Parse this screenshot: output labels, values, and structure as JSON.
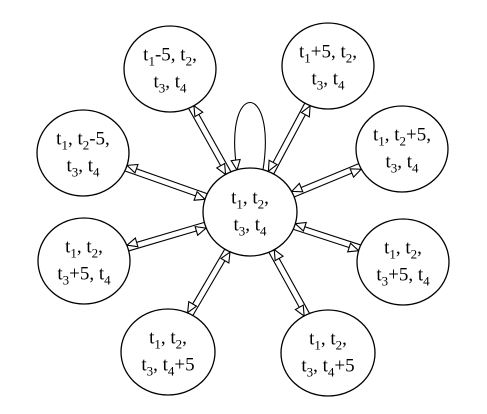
{
  "diagram": {
    "center": {
      "id": "c",
      "lines": [
        [
          {
            "t": "t"
          },
          {
            "s": "1"
          },
          {
            "t": ", t"
          },
          {
            "s": "2"
          },
          {
            "t": ","
          }
        ],
        [
          {
            "t": "t"
          },
          {
            "s": "3"
          },
          {
            "t": ", t"
          },
          {
            "s": "4"
          }
        ]
      ]
    },
    "nodes": [
      {
        "id": "n1",
        "lines": [
          [
            {
              "t": "t"
            },
            {
              "s": "1"
            },
            {
              "t": "-5, t"
            },
            {
              "s": "2"
            },
            {
              "t": ","
            }
          ],
          [
            {
              "t": "t"
            },
            {
              "s": "3"
            },
            {
              "t": ", t"
            },
            {
              "s": "4"
            }
          ]
        ]
      },
      {
        "id": "n2",
        "lines": [
          [
            {
              "t": "t"
            },
            {
              "s": "1"
            },
            {
              "t": "+5, t"
            },
            {
              "s": "2"
            },
            {
              "t": ","
            }
          ],
          [
            {
              "t": "t"
            },
            {
              "s": "3"
            },
            {
              "t": ", t"
            },
            {
              "s": "4"
            }
          ]
        ]
      },
      {
        "id": "n3",
        "lines": [
          [
            {
              "t": "t"
            },
            {
              "s": "1"
            },
            {
              "t": ", t"
            },
            {
              "s": "2"
            },
            {
              "t": "-5,"
            }
          ],
          [
            {
              "t": "t"
            },
            {
              "s": "3"
            },
            {
              "t": ", t"
            },
            {
              "s": "4"
            }
          ]
        ]
      },
      {
        "id": "n4",
        "lines": [
          [
            {
              "t": "t"
            },
            {
              "s": "1"
            },
            {
              "t": ", t"
            },
            {
              "s": "2"
            },
            {
              "t": "+5,"
            }
          ],
          [
            {
              "t": "t"
            },
            {
              "s": "3"
            },
            {
              "t": ", t"
            },
            {
              "s": "4"
            }
          ]
        ]
      },
      {
        "id": "n5",
        "lines": [
          [
            {
              "t": "t"
            },
            {
              "s": "1"
            },
            {
              "t": ", t"
            },
            {
              "s": "2"
            },
            {
              "t": ","
            }
          ],
          [
            {
              "t": "t"
            },
            {
              "s": "3"
            },
            {
              "t": "+5, t"
            },
            {
              "s": "4"
            }
          ]
        ]
      },
      {
        "id": "n6",
        "lines": [
          [
            {
              "t": "t"
            },
            {
              "s": "1"
            },
            {
              "t": ", t"
            },
            {
              "s": "2"
            },
            {
              "t": ","
            }
          ],
          [
            {
              "t": "t"
            },
            {
              "s": "3"
            },
            {
              "t": "+5, t"
            },
            {
              "s": "4"
            }
          ]
        ]
      },
      {
        "id": "n7",
        "lines": [
          [
            {
              "t": "t"
            },
            {
              "s": "1"
            },
            {
              "t": ", t"
            },
            {
              "s": "2"
            },
            {
              "t": ","
            }
          ],
          [
            {
              "t": "t"
            },
            {
              "s": "3"
            },
            {
              "t": ", t"
            },
            {
              "s": "4"
            },
            {
              "t": "+5"
            }
          ]
        ]
      },
      {
        "id": "n8",
        "lines": [
          [
            {
              "t": "t"
            },
            {
              "s": "1"
            },
            {
              "t": ", t"
            },
            {
              "s": "2"
            },
            {
              "t": ","
            }
          ],
          [
            {
              "t": "t"
            },
            {
              "s": "3"
            },
            {
              "t": ", t"
            },
            {
              "s": "4"
            },
            {
              "t": "+5"
            }
          ]
        ]
      }
    ],
    "edges": [
      {
        "from": "c",
        "to": "c",
        "kind": "self-loop"
      },
      {
        "from": "c",
        "to": "n1"
      },
      {
        "from": "n1",
        "to": "c"
      },
      {
        "from": "c",
        "to": "n2"
      },
      {
        "from": "n2",
        "to": "c"
      },
      {
        "from": "c",
        "to": "n3"
      },
      {
        "from": "n3",
        "to": "c"
      },
      {
        "from": "c",
        "to": "n4"
      },
      {
        "from": "n4",
        "to": "c"
      },
      {
        "from": "c",
        "to": "n5"
      },
      {
        "from": "n5",
        "to": "c"
      },
      {
        "from": "c",
        "to": "n6"
      },
      {
        "from": "n6",
        "to": "c"
      },
      {
        "from": "c",
        "to": "n7"
      },
      {
        "from": "n7",
        "to": "c"
      },
      {
        "from": "c",
        "to": "n8"
      },
      {
        "from": "n8",
        "to": "c"
      }
    ]
  }
}
